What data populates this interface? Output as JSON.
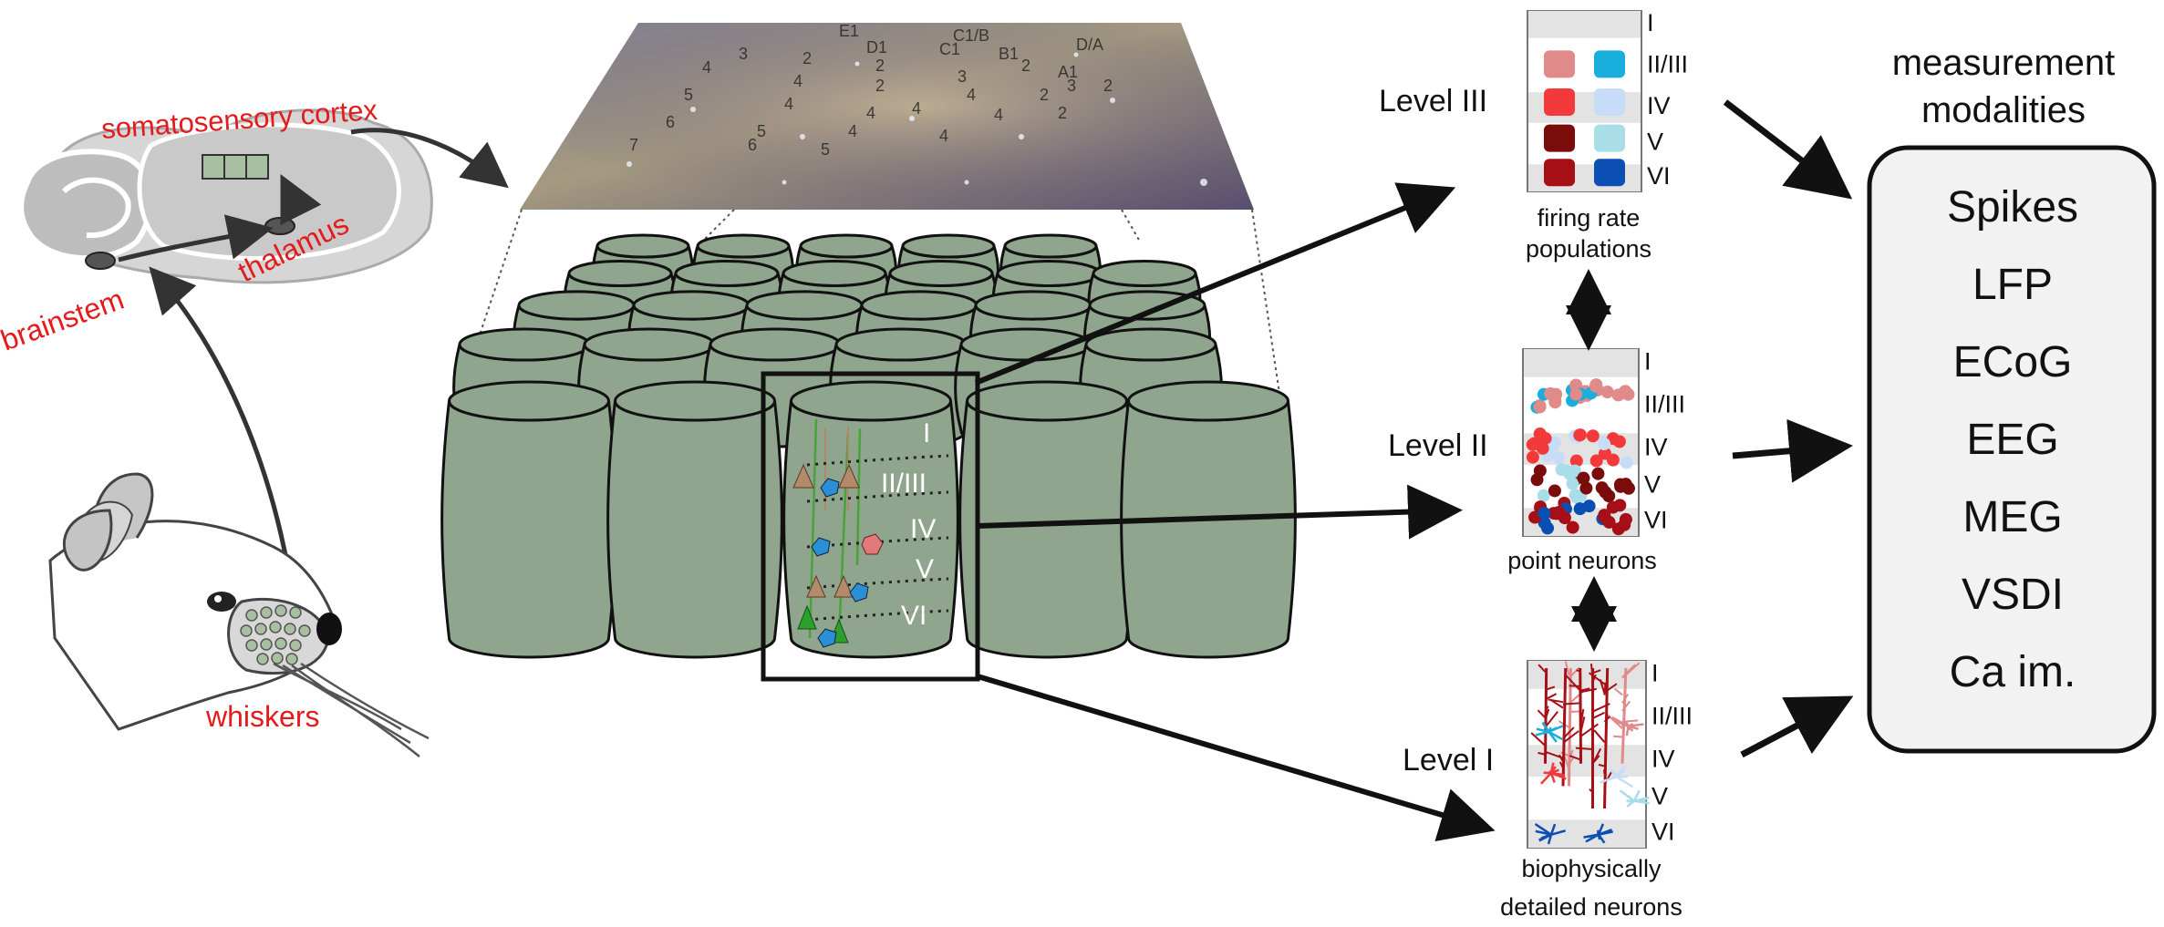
{
  "labels": {
    "somatosensory_cortex": "somatosensory cortex",
    "thalamus": "thalamus",
    "brainstem": "brainstem",
    "whiskers": "whiskers"
  },
  "barrel_grid_labels": [
    "E1",
    "D1",
    "C1",
    "B1",
    "A1",
    "C1/B",
    "D/A",
    "3",
    "2",
    "4",
    "5",
    "6",
    "7"
  ],
  "levels": [
    {
      "name": "Level III",
      "caption_lines": [
        "firing rate",
        "populations"
      ]
    },
    {
      "name": "Level II",
      "caption_lines": [
        "point neurons"
      ]
    },
    {
      "name": "Level I",
      "caption_lines": [
        "biophysically",
        "detailed neurons"
      ]
    }
  ],
  "layers": [
    "I",
    "II/III",
    "IV",
    "V",
    "VI"
  ],
  "measurement": {
    "title_lines": [
      "measurement",
      "modalities"
    ],
    "modalities": [
      "Spikes",
      "LFP",
      "ECoG",
      "EEG",
      "MEG",
      "VSDI",
      "Ca im."
    ]
  },
  "colors": {
    "label_red": "#e41a1c",
    "barrel_green": "#8fa58d",
    "population_colors": [
      "#e08a8a",
      "#1aaedc",
      "#f23a3a",
      "#c7dcf7",
      "#7b0c0c",
      "#a9dde8",
      "#a50f15",
      "#0b4fb3"
    ]
  }
}
